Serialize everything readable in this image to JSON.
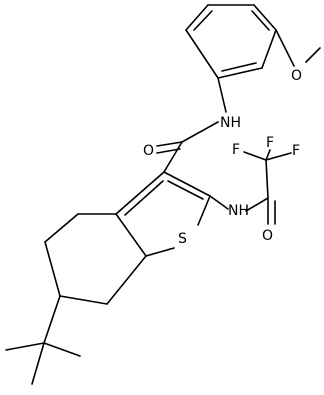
{
  "structure": {
    "atoms": {
      "nh_amide": "NH",
      "o_methoxy": "O",
      "o_carbonyl_amide": "O",
      "nh_trifluoroacetamide": "NH",
      "o_carbonyl_trifluoroacetyl": "O",
      "s_thiophene": "S",
      "f_left": "F",
      "f_top": "F",
      "f_right": "F"
    },
    "colors": {
      "bond": "#000000",
      "label": "#000000",
      "background": "#ffffff"
    }
  }
}
